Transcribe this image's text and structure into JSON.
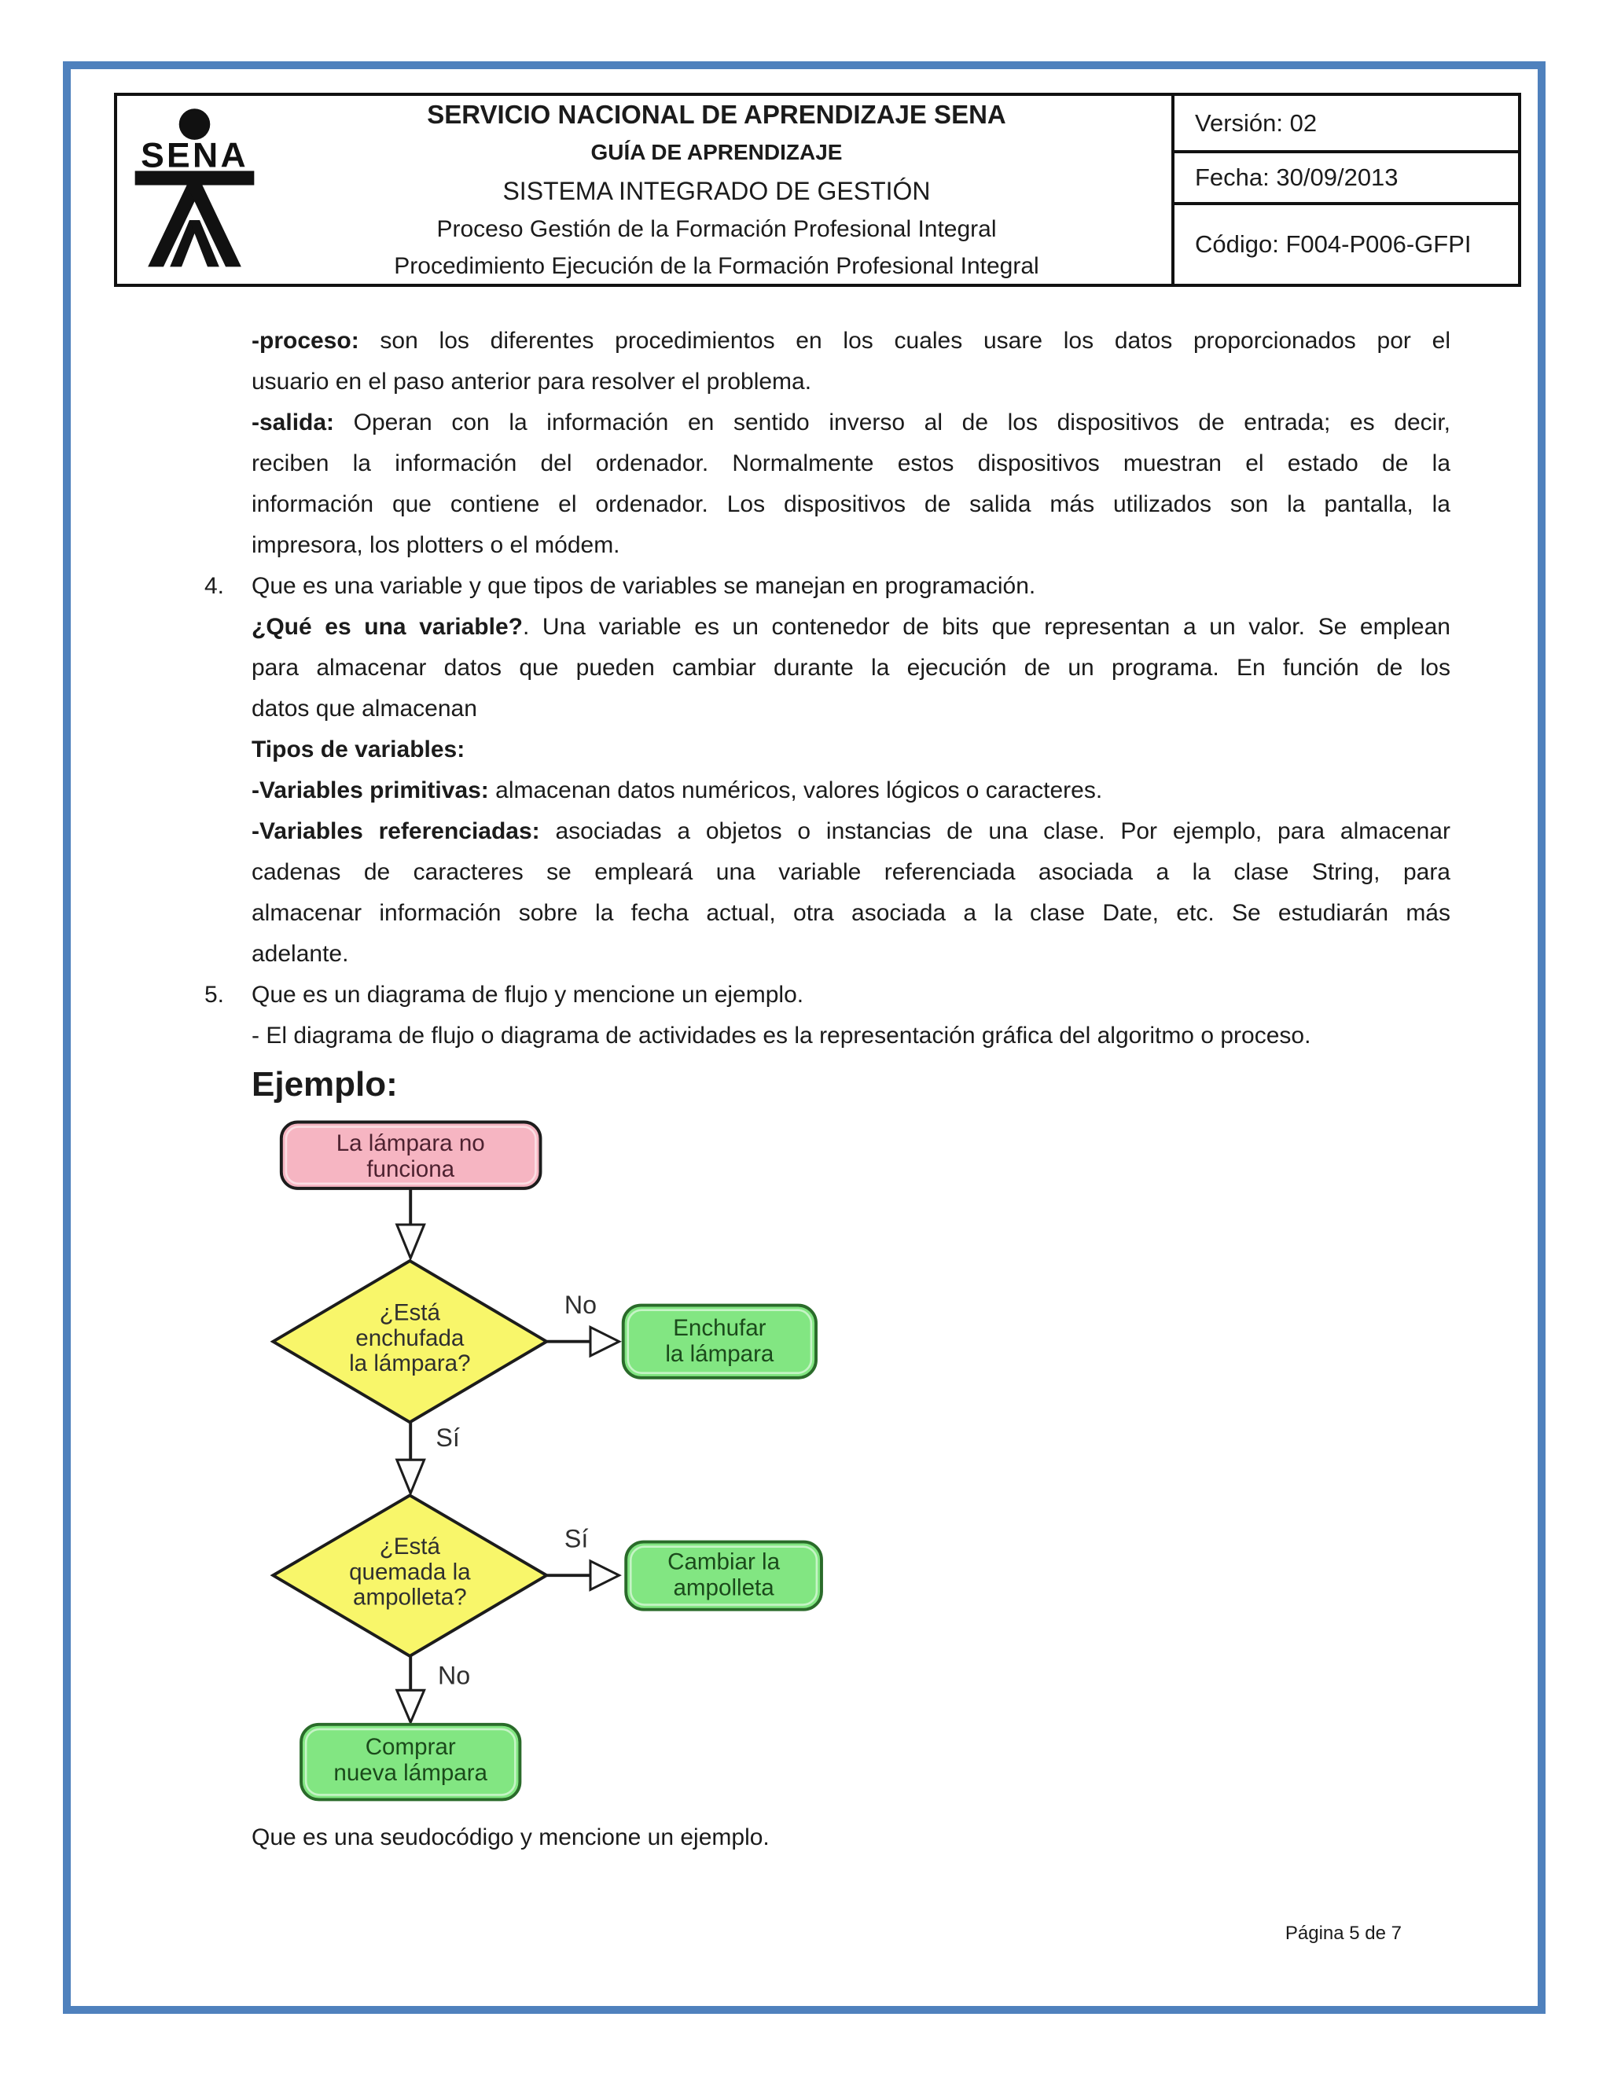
{
  "header": {
    "logo_text": "SENA",
    "title1": "SERVICIO NACIONAL DE APRENDIZAJE SENA",
    "title2": "GUÍA DE APRENDIZAJE",
    "title3": "SISTEMA INTEGRADO DE GESTIÓN",
    "title4": "Proceso Gestión de la Formación Profesional Integral",
    "title5": "Procedimiento Ejecución de la Formación Profesional Integral",
    "version": "Versión: 02",
    "fecha": "Fecha: 30/09/2013",
    "codigo": "Código: F004-P006-GFPI"
  },
  "body": {
    "lines": [
      {
        "bold": "-proceso:",
        "text": " son los diferentes procedimientos en los cuales usare los datos proporcionados por el"
      },
      {
        "text": "usuario en el paso anterior para resolver el problema."
      },
      {
        "bold": "-salida:",
        "text": " Operan con la información en sentido inverso al de los dispositivos de entrada; es decir,"
      },
      {
        "text": "reciben la información del ordenador. Normalmente estos dispositivos muestran el estado de la"
      },
      {
        "text": "información que contiene el ordenador. Los dispositivos de salida más utilizados son la pantalla, la"
      },
      {
        "text": "impresora, los plotters o el módem."
      },
      {
        "num": "4.",
        "text": "Que es una variable y que tipos de variables se manejan en programación."
      },
      {
        "bold": "¿Qué es una variable?",
        "text": ". Una variable es un contenedor de bits que representan a un valor. Se emplean"
      },
      {
        "text": "para almacenar datos que pueden cambiar durante la ejecución de un programa. En función de los"
      },
      {
        "text": "datos que almacenan"
      },
      {
        "bold": "Tipos de variables:",
        "text": ""
      },
      {
        "bold": "-Variables primitivas:",
        "text": " almacenan datos numéricos, valores lógicos o caracteres."
      },
      {
        "bold": "-Variables referenciadas:",
        "text": " asociadas a objetos o instancias de una clase. Por ejemplo, para almacenar"
      },
      {
        "text": "cadenas de caracteres se empleará una variable referenciada asociada a la clase String, para"
      },
      {
        "text": "almacenar información sobre la fecha actual, otra asociada a la clase Date, etc. Se estudiarán más"
      },
      {
        "text": "adelante."
      },
      {
        "num": "5.",
        "text": "Que es un diagrama de flujo y mencione un ejemplo."
      },
      {
        "text": "- El diagrama de flujo o diagrama de actividades es la representación gráfica del algoritmo o proceso."
      }
    ],
    "heading_ejemplo": "Ejemplo:",
    "question": "Que es una seudocódigo y mencione un ejemplo."
  },
  "flowchart": {
    "start": {
      "line1": "La lámpara no",
      "line2": "funciona"
    },
    "decision1": {
      "line1": "¿Está",
      "line2": "enchufada",
      "line3": "la lámpara?"
    },
    "label_no1": "No",
    "action1": {
      "line1": "Enchufar",
      "line2": "la lámpara"
    },
    "label_si1": "Sí",
    "decision2": {
      "line1": "¿Está",
      "line2": "quemada la",
      "line3": "ampolleta?"
    },
    "label_si2": "Sí",
    "action2": {
      "line1": "Cambiar la",
      "line2": "ampolleta"
    },
    "label_no2": "No",
    "action3": {
      "line1": "Comprar",
      "line2": "nueva lámpara"
    },
    "colors": {
      "start_fill": "#f6b5c2",
      "decision_fill": "#f8f66a",
      "action_fill": "#82e682",
      "action_border": "#2a6b2a",
      "frame_blue": "#4f81bd"
    }
  },
  "footer": {
    "page": "Página 5 de 7"
  }
}
